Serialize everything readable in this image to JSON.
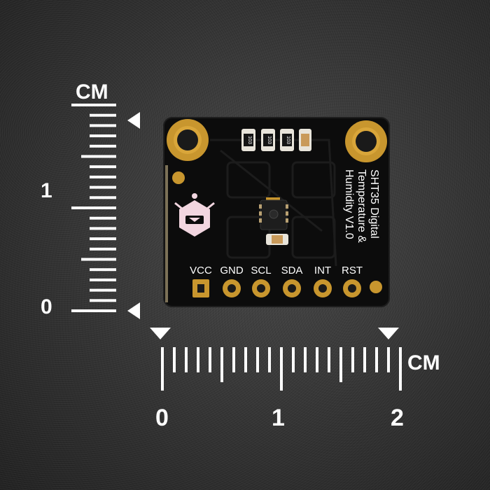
{
  "scene": {
    "description_free": true,
    "background_color": "#3a3a3a",
    "board_color": "#0c0c0c",
    "pad_color": "#c8962e",
    "silkscreen_color": "#ffffff"
  },
  "ruler_vertical": {
    "unit_label": "CM",
    "numbers": [
      "1",
      "0"
    ]
  },
  "ruler_horizontal": {
    "unit_label": "CM",
    "numbers": [
      "0",
      "1",
      "2"
    ]
  },
  "board": {
    "title_lines": [
      "SHT35 Digital",
      "Temperature &",
      "Humidity V1.0"
    ],
    "pins": [
      "VCC",
      "GND",
      "SCL",
      "SDA",
      "INT",
      "RST"
    ],
    "resistor_codes": [
      "103",
      "103",
      "103"
    ]
  }
}
